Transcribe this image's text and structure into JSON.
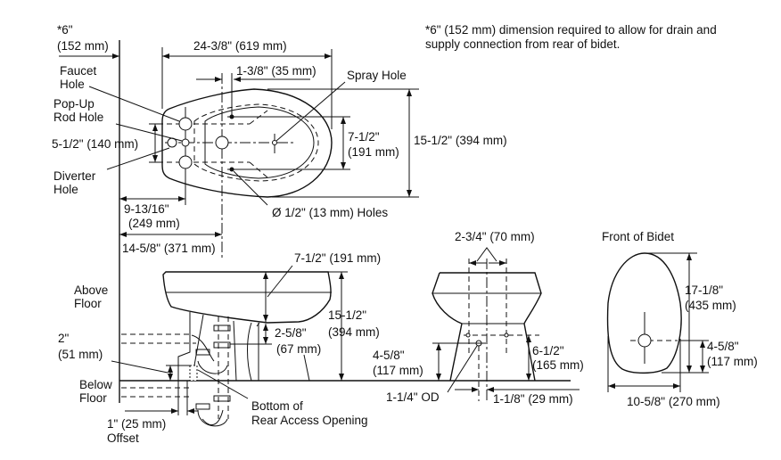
{
  "note": {
    "line1": "*6\" (152 mm) dimension required to allow for drain and",
    "line2": "supply connection from rear of bidet."
  },
  "top_view": {
    "clearance": {
      "line1": "*6\"",
      "line2": "(152 mm)"
    },
    "overall_length": "24-3/8\" (619 mm)",
    "hole_offset": "1-3/8\" (35 mm)",
    "spray_hole": "Spray Hole",
    "faucet_hole": {
      "line1": "Faucet",
      "line2": "Hole"
    },
    "popup_rod_hole": {
      "line1": "Pop-Up",
      "line2": "Rod Hole"
    },
    "hole_spacing": "5-1/2\" (140 mm)",
    "diverter_hole": {
      "line1": "Diverter",
      "line2": "Hole"
    },
    "faucet_from_wall": {
      "line1": "9-13/16\"",
      "line2": "(249 mm)"
    },
    "center_from_wall": "14-5/8\" (371 mm)",
    "mount_holes": "Ø 1/2\" (13 mm) Holes",
    "mount_spacing": {
      "line1": "7-1/2\"",
      "line2": "(191 mm)"
    },
    "overall_width": "15-1/2\" (394 mm)"
  },
  "side_view": {
    "bowl_depth": "7-1/2\" (191 mm)",
    "above_floor": {
      "line1": "Above",
      "line2": "Floor"
    },
    "below_floor": {
      "line1": "Below",
      "line2": "Floor"
    },
    "trap_height": {
      "line1": "2\"",
      "line2": "(51 mm)"
    },
    "rim_to_outlet": {
      "line1": "2-5/8\"",
      "line2": "(67 mm)"
    },
    "height": {
      "line1": "15-1/2\"",
      "line2": "(394 mm)"
    },
    "offset": {
      "line1": "1\" (25 mm)",
      "line2": "Offset"
    },
    "access_opening": {
      "line1": "Bottom of",
      "line2": "Rear Access Opening"
    }
  },
  "rear_view": {
    "supply_spacing": "2-3/4\" (70 mm)",
    "drain_height": {
      "line1": "4-5/8\"",
      "line2": "(117 mm)"
    },
    "supply_height": {
      "line1": "6-1/2\"",
      "line2": "(165 mm)"
    },
    "drain_od": "1-1/4\" OD",
    "drain_offset": "1-1/8\" (29 mm)"
  },
  "front_view": {
    "title": "Front of Bidet",
    "length": {
      "line1": "17-1/8\"",
      "line2": "(435 mm)"
    },
    "drain_location": {
      "line1": "4-5/8\"",
      "line2": "(117 mm)"
    },
    "width": "10-5/8\" (270 mm)"
  }
}
